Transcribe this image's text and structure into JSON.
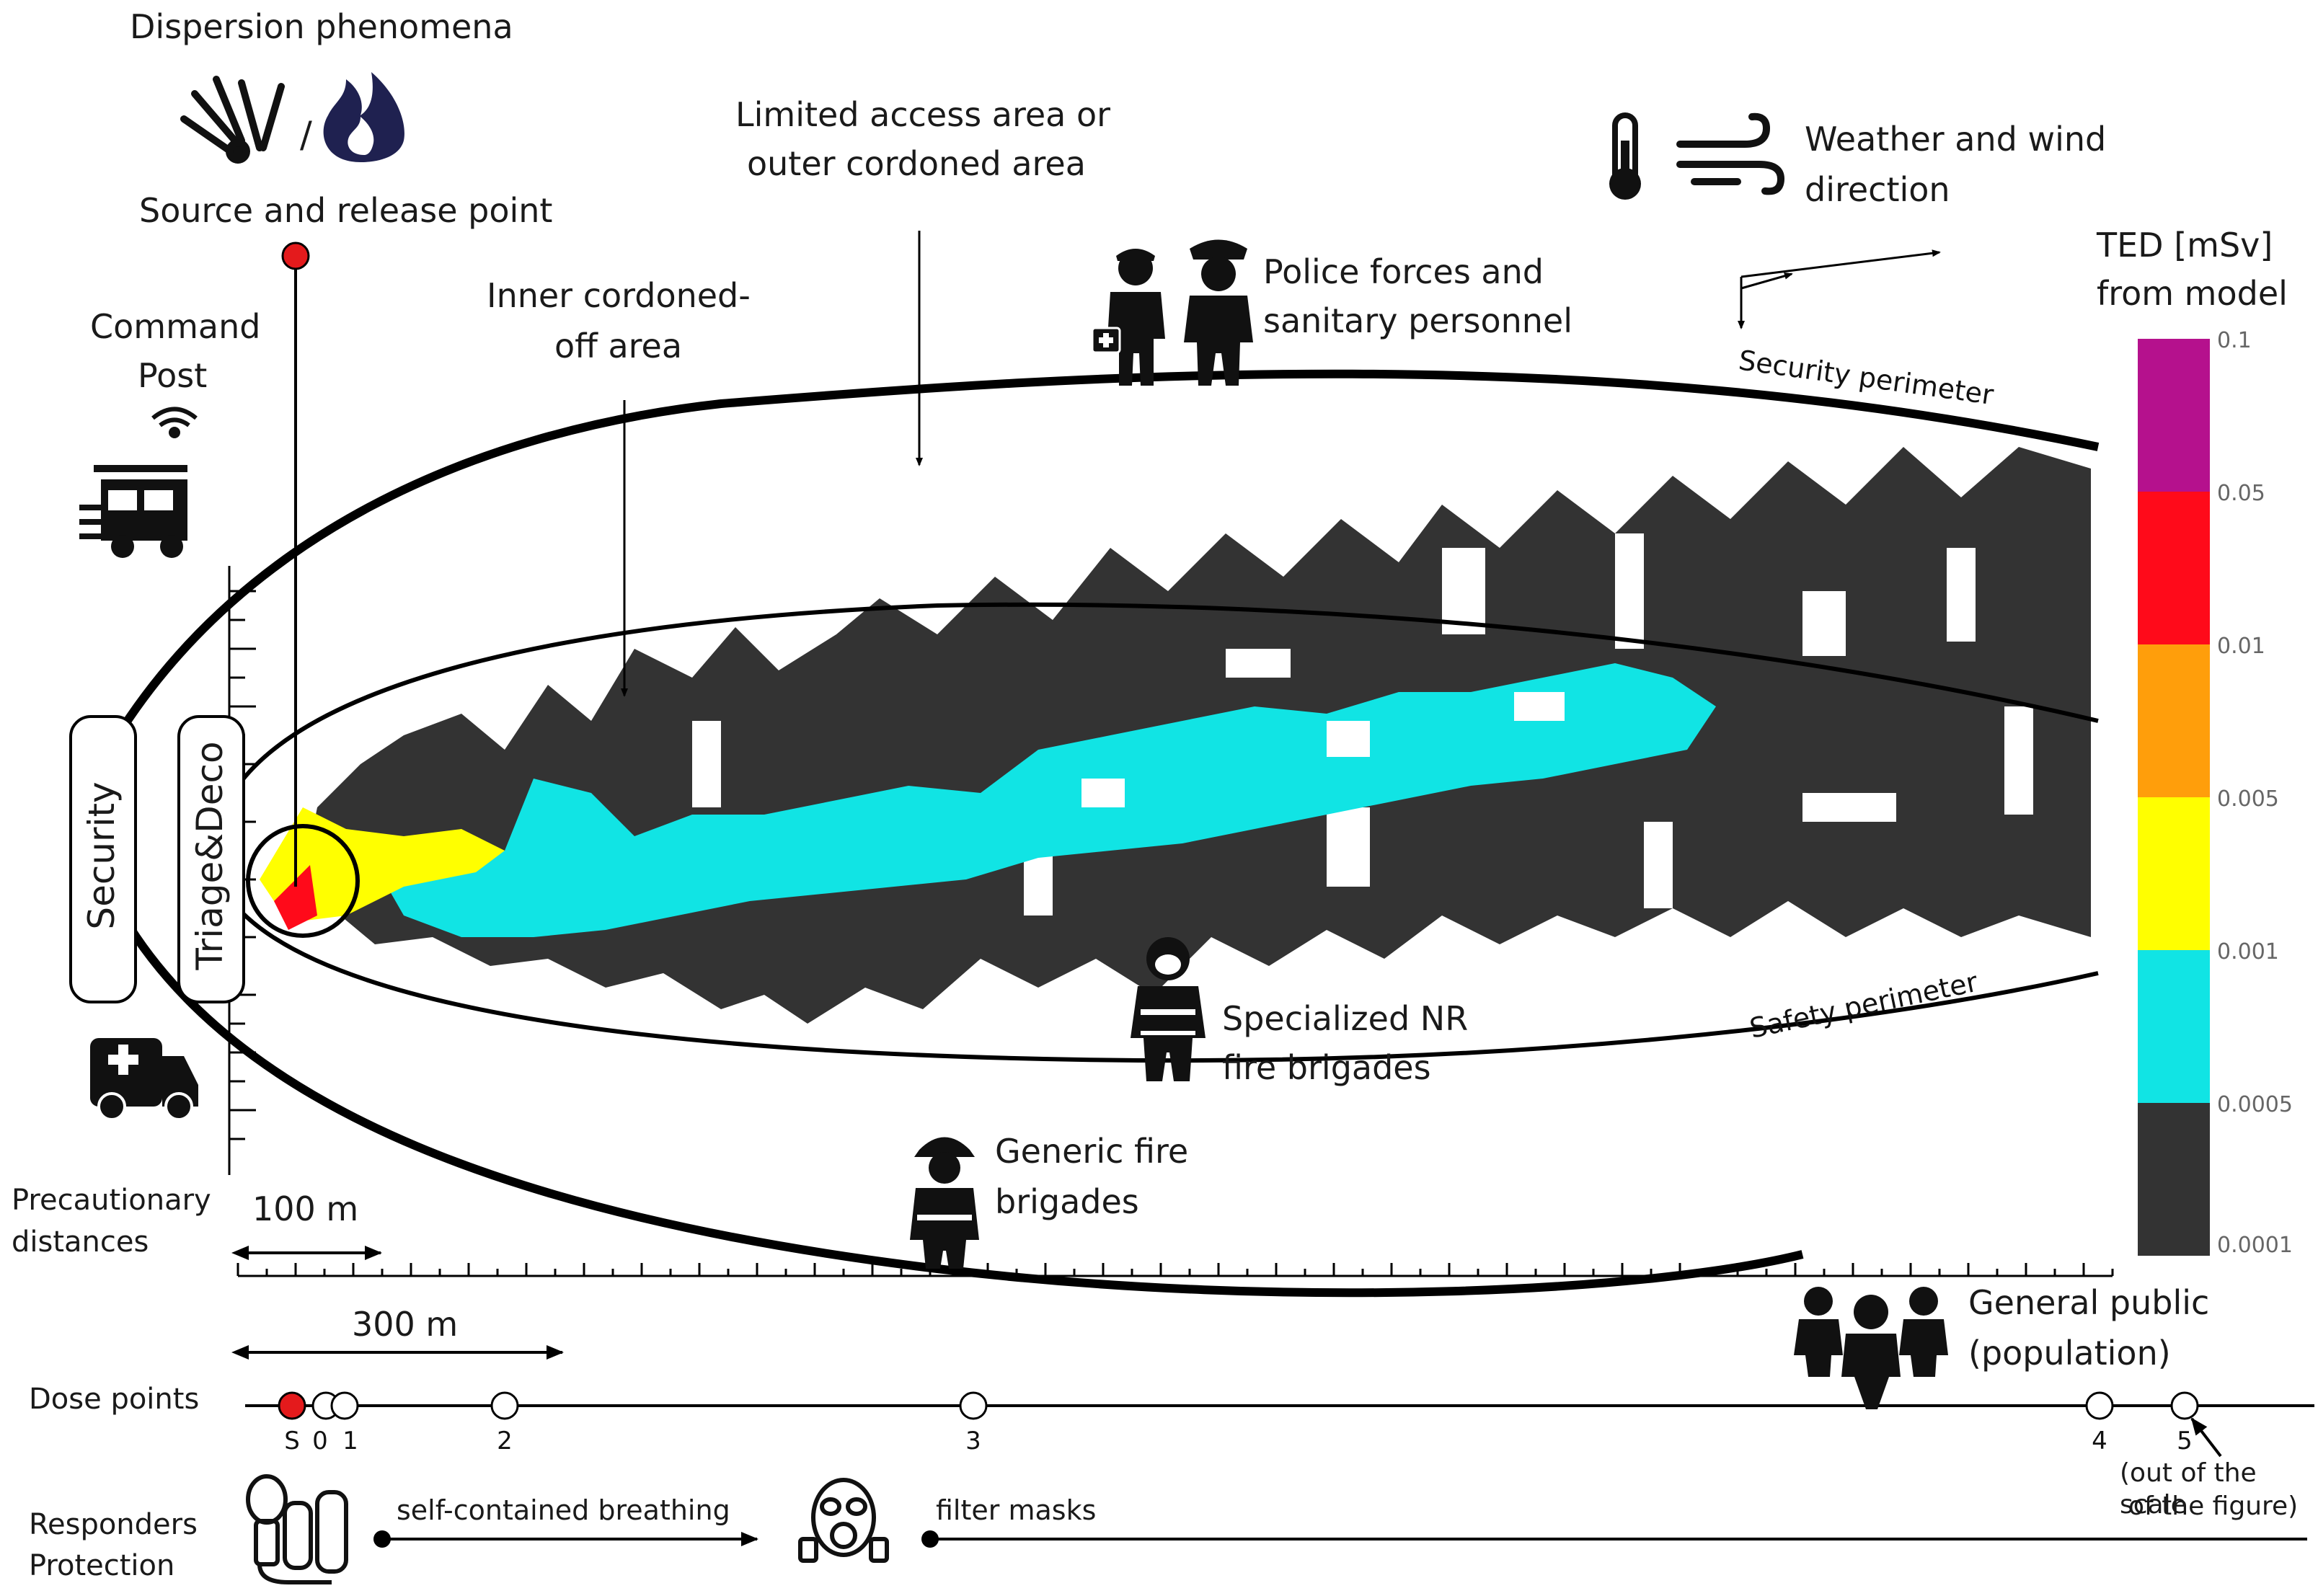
{
  "labels": {
    "dispersion": "Dispersion phenomena",
    "slash": "/",
    "source": "Source and release  point",
    "limited_line1": "Limited access area or",
    "limited_line2": "outer cordoned  area",
    "inner_line1": "Inner cordoned-",
    "inner_line2": "off area",
    "command_line1": "Command",
    "command_line2": "Post",
    "police_line1": "Police forces and",
    "police_line2": "sanitary personnel",
    "weather_line1": "Weather and wind",
    "weather_line2": "direction",
    "security_perimeter": "Security perimeter",
    "safety_perimeter": "Safety perimeter",
    "security_box": "Security",
    "triage_box": "Triage&Deco",
    "specialized_line1": "Specialized NR",
    "specialized_line2": "fire brigades",
    "generic_line1": "Generic fire",
    "generic_line2": "brigades",
    "precautionary_line1": "Precautionary",
    "precautionary_line2": "distances",
    "scale_100": "100 m",
    "scale_300": "300 m",
    "general_public_line1": "General public",
    "general_public_line2": "(population)",
    "dose_points": "Dose points",
    "responders_line1": "Responders",
    "responders_line2": "Protection",
    "breathing": "self-contained breathing",
    "filter_masks": "filter masks",
    "out_of_scale_line1": "(out of the scale",
    "out_of_scale_line2": "of the figure)"
  },
  "dose_points": [
    {
      "label": "S",
      "color": "#e41a1c"
    },
    {
      "label": "0",
      "color": "#ffffff"
    },
    {
      "label": "1",
      "color": "#ffffff"
    },
    {
      "label": "2",
      "color": "#ffffff"
    },
    {
      "label": "3",
      "color": "#ffffff"
    },
    {
      "label": "4",
      "color": "#ffffff"
    },
    {
      "label": "5",
      "color": "#ffffff"
    }
  ],
  "legend": {
    "title_line1": "TED [mSv]",
    "title_line2": "from model",
    "bands": [
      {
        "color": "#b5118d"
      },
      {
        "color": "#ff0a1a"
      },
      {
        "color": "#ff9e0b"
      },
      {
        "color": "#ffff00"
      },
      {
        "color": "#11e4e4"
      },
      {
        "color": "#333333"
      }
    ],
    "ticks": [
      "0.1",
      "0.05",
      "0.01",
      "0.005",
      "0.001",
      "0.0005",
      "0.0001"
    ]
  },
  "colors": {
    "source_point": "#e41a1c",
    "plume_dark": "#333333",
    "plume_cyan": "#11e4e4",
    "plume_yellow": "#ffff00",
    "plume_red": "#ff0a1a"
  },
  "icons": [
    "explosion-icon",
    "fire-icon",
    "command-truck-icon",
    "wifi-icon",
    "thermometer-icon",
    "wind-icon",
    "paramedic-icon",
    "police-officer-icon",
    "ambulance-icon",
    "nr-firefighter-icon",
    "firefighter-icon",
    "people-group-icon",
    "breathing-apparatus-icon",
    "gas-mask-icon"
  ]
}
